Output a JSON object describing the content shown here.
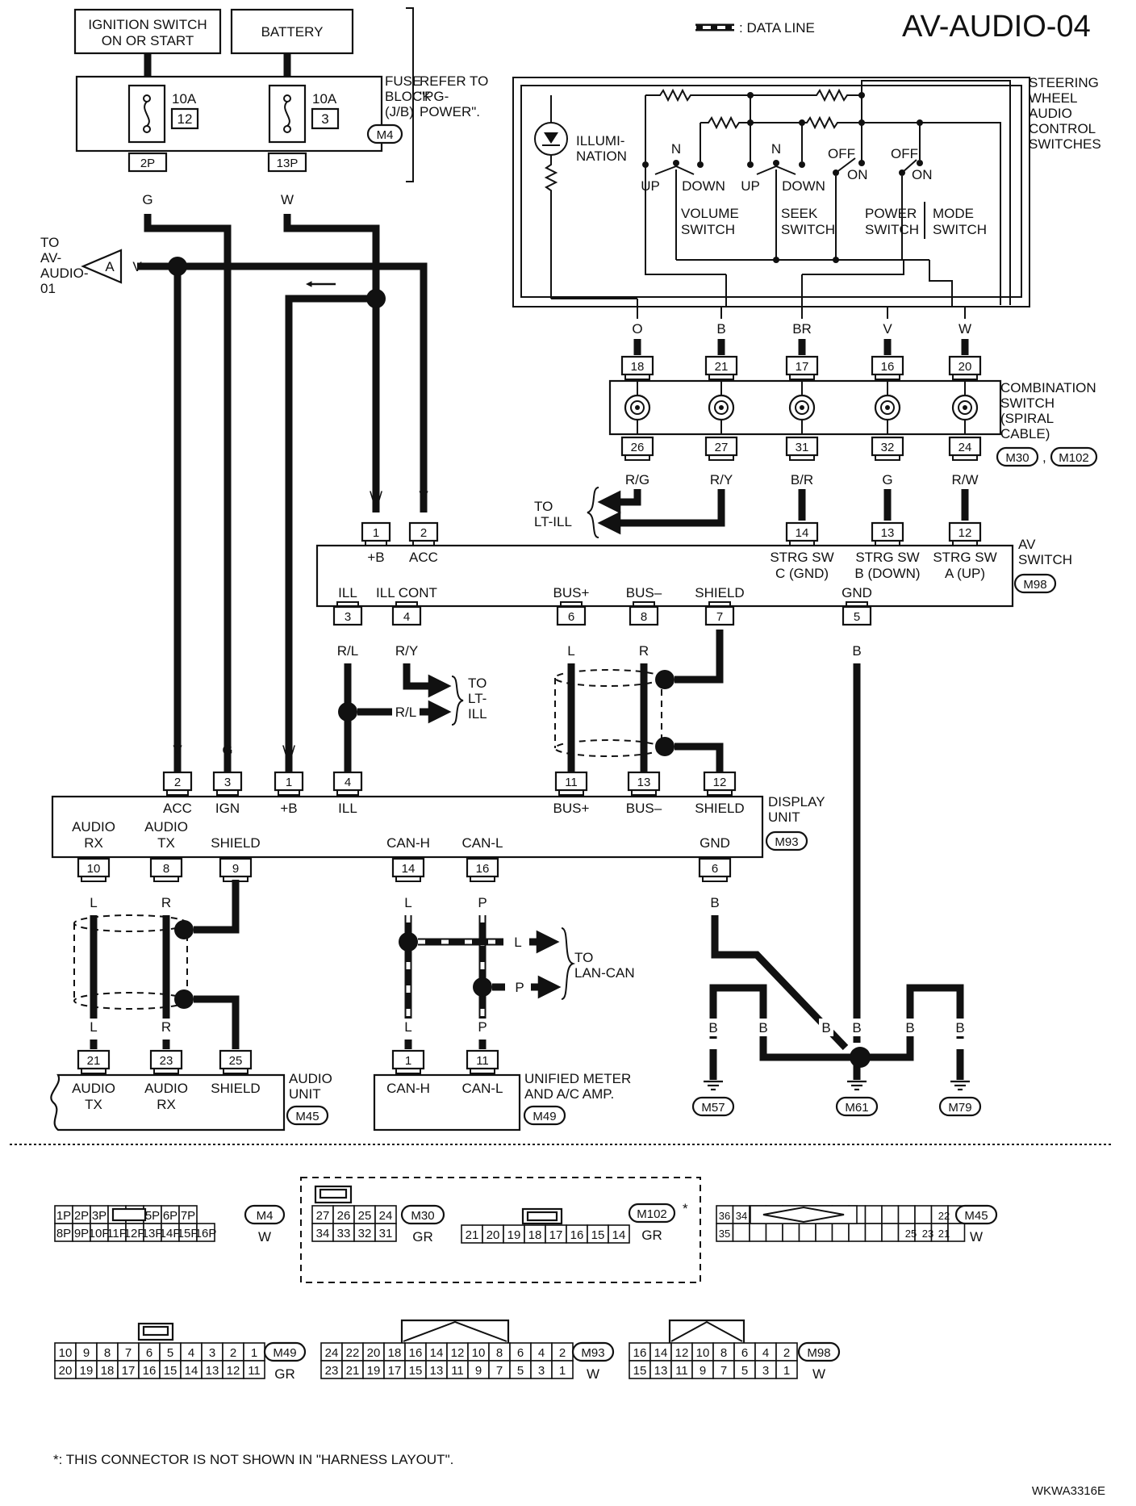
{
  "header": {
    "title": "AV-AUDIO-04",
    "legend_label": ": DATA LINE",
    "figure_code": "WKWA3316E"
  },
  "power": {
    "ignition_switch": [
      "IGNITION SWITCH",
      "ON OR START"
    ],
    "battery": "BATTERY",
    "fuse_block": [
      "FUSE",
      "BLOCK",
      "(J/B)"
    ],
    "fuse_block_conn": "M4",
    "refer": [
      "REFER TO",
      "\"PG-",
      "POWER\"."
    ],
    "fuse_left": {
      "rating": "10A",
      "number": "12",
      "pin": "2P",
      "wire": "G"
    },
    "fuse_right": {
      "rating": "10A",
      "number": "3",
      "pin": "13P",
      "wire": "W"
    }
  },
  "to_av_audio_01": {
    "lines": [
      "TO",
      "AV-",
      "AUDIO-",
      "01"
    ],
    "arrow": "A",
    "wire": "V"
  },
  "steering": {
    "title": [
      "STEERING",
      "WHEEL",
      "AUDIO",
      "CONTROL",
      "SWITCHES"
    ],
    "illumination": [
      "ILLUMI-",
      "NATION"
    ],
    "volume": [
      "VOLUME",
      "SWITCH"
    ],
    "seek": [
      "SEEK",
      "SWITCH"
    ],
    "power": [
      "POWER",
      "SWITCH"
    ],
    "mode": [
      "MODE",
      "SWITCH"
    ],
    "n": "N",
    "up": "UP",
    "down": "DOWN",
    "off": "OFF",
    "on": "ON",
    "wires": [
      "O",
      "B",
      "BR",
      "V",
      "W"
    ]
  },
  "combination": {
    "title": [
      "COMBINATION",
      "SWITCH",
      "(SPIRAL",
      "CABLE)"
    ],
    "conn1": "M30",
    "conn2": "M102",
    "comma": ",",
    "top_pins": [
      "18",
      "21",
      "17",
      "16",
      "20"
    ],
    "bottom_pins": [
      "26",
      "27",
      "31",
      "32",
      "24"
    ],
    "bottom_wires": [
      "R/G",
      "R/Y",
      "B/R",
      "G",
      "R/W"
    ]
  },
  "to_lt_ill_top": [
    "TO",
    "LT-ILL"
  ],
  "av_switch": {
    "title": [
      "AV",
      "SWITCH"
    ],
    "conn": "M98",
    "top_pins": [
      {
        "pin": "1",
        "label": "+B",
        "wire": "W"
      },
      {
        "pin": "2",
        "label": "ACC",
        "wire": "V"
      },
      {
        "pin": "14",
        "label": [
          "STRG SW",
          "C (GND)"
        ]
      },
      {
        "pin": "13",
        "label": [
          "STRG SW",
          "B (DOWN)"
        ]
      },
      {
        "pin": "12",
        "label": [
          "STRG SW",
          "A (UP)"
        ]
      }
    ],
    "bottom_pins": [
      {
        "pin": "3",
        "label": "ILL",
        "wire": "R/L"
      },
      {
        "pin": "4",
        "label": "ILL CONT",
        "wire": "R/Y"
      },
      {
        "pin": "6",
        "label": "BUS+",
        "wire": "L"
      },
      {
        "pin": "8",
        "label": "BUS–",
        "wire": "R"
      },
      {
        "pin": "7",
        "label": "SHIELD"
      },
      {
        "pin": "5",
        "label": "GND",
        "wire": "B"
      }
    ]
  },
  "to_lt_ill_mid": {
    "lines": [
      "TO",
      "LT-",
      "ILL"
    ],
    "wire": "R/L"
  },
  "display_unit": {
    "title": [
      "DISPLAY",
      "UNIT"
    ],
    "conn": "M93",
    "top_pins": [
      {
        "pin": "2",
        "label": "ACC",
        "wire": "V"
      },
      {
        "pin": "3",
        "label": "IGN",
        "wire": "G"
      },
      {
        "pin": "1",
        "label": "+B",
        "wire": "W"
      },
      {
        "pin": "4",
        "label": "ILL"
      },
      {
        "pin": "11",
        "label": "BUS+"
      },
      {
        "pin": "13",
        "label": "BUS–"
      },
      {
        "pin": "12",
        "label": "SHIELD"
      }
    ],
    "bottom_pins": [
      {
        "pin": "10",
        "label": [
          "AUDIO",
          "RX"
        ],
        "wire": "L"
      },
      {
        "pin": "8",
        "label": [
          "AUDIO",
          "TX"
        ],
        "wire": "R"
      },
      {
        "pin": "9",
        "label": "SHIELD"
      },
      {
        "pin": "14",
        "label": "CAN-H",
        "wire": "L"
      },
      {
        "pin": "16",
        "label": "CAN-L",
        "wire": "P"
      },
      {
        "pin": "6",
        "label": "GND",
        "wire": "B"
      }
    ]
  },
  "to_lan_can": {
    "lines": [
      "TO",
      "LAN-CAN"
    ],
    "wires": [
      "L",
      "P"
    ]
  },
  "audio_unit": {
    "title": [
      "AUDIO",
      "UNIT"
    ],
    "conn": "M45",
    "pins": [
      {
        "pin": "21",
        "label": [
          "AUDIO",
          "TX"
        ],
        "wire": "L"
      },
      {
        "pin": "23",
        "label": [
          "AUDIO",
          "RX"
        ],
        "wire": "R"
      },
      {
        "pin": "25",
        "label": "SHIELD"
      }
    ]
  },
  "meter": {
    "title": [
      "UNIFIED METER",
      "AND A/C AMP."
    ],
    "conn": "M49",
    "pins": [
      {
        "pin": "1",
        "label": "CAN-H",
        "wire": "L"
      },
      {
        "pin": "11",
        "label": "CAN-L",
        "wire": "P"
      }
    ]
  },
  "grounds": {
    "labels": [
      "M57",
      "M61",
      "M79"
    ],
    "wire": "B"
  },
  "connectors": {
    "m4": {
      "conn": "M4",
      "color": "W",
      "row1": [
        "1P",
        "2P",
        "3P",
        "",
        "4P",
        "5P",
        "6P",
        "7P"
      ],
      "row2": [
        "8P",
        "9P",
        "10P",
        "11P",
        "12P",
        "13P",
        "14P",
        "15P",
        "16P"
      ]
    },
    "m30": {
      "conn": "M30",
      "color": "GR",
      "row1": [
        "27",
        "26",
        "25",
        "24"
      ],
      "row2": [
        "34",
        "33",
        "32",
        "31"
      ]
    },
    "m102": {
      "conn": "M102",
      "color": "GR",
      "row": [
        "21",
        "20",
        "19",
        "18",
        "17",
        "16",
        "15",
        "14"
      ]
    },
    "m45": {
      "conn": "M45",
      "color": "W",
      "row1": [
        "36",
        "34",
        "22"
      ],
      "row2": [
        "35",
        "25",
        "23",
        "21"
      ]
    },
    "m49": {
      "conn": "M49",
      "color": "GR",
      "row1": [
        "10",
        "9",
        "8",
        "7",
        "6",
        "5",
        "4",
        "3",
        "2",
        "1"
      ],
      "row2": [
        "20",
        "19",
        "18",
        "17",
        "16",
        "15",
        "14",
        "13",
        "12",
        "11"
      ]
    },
    "m93": {
      "conn": "M93",
      "color": "W",
      "row1": [
        "24",
        "22",
        "20",
        "18",
        "16",
        "14",
        "12",
        "10",
        "8",
        "6",
        "4",
        "2"
      ],
      "row2": [
        "23",
        "21",
        "19",
        "17",
        "15",
        "13",
        "11",
        "9",
        "7",
        "5",
        "3",
        "1"
      ]
    },
    "m98": {
      "conn": "M98",
      "color": "W",
      "row1": [
        "16",
        "14",
        "12",
        "10",
        "8",
        "6",
        "4",
        "2"
      ],
      "row2": [
        "15",
        "13",
        "11",
        "9",
        "7",
        "5",
        "3",
        "1"
      ]
    },
    "star": "*"
  },
  "footnote": "*: THIS CONNECTOR IS NOT SHOWN IN \"HARNESS LAYOUT\"."
}
